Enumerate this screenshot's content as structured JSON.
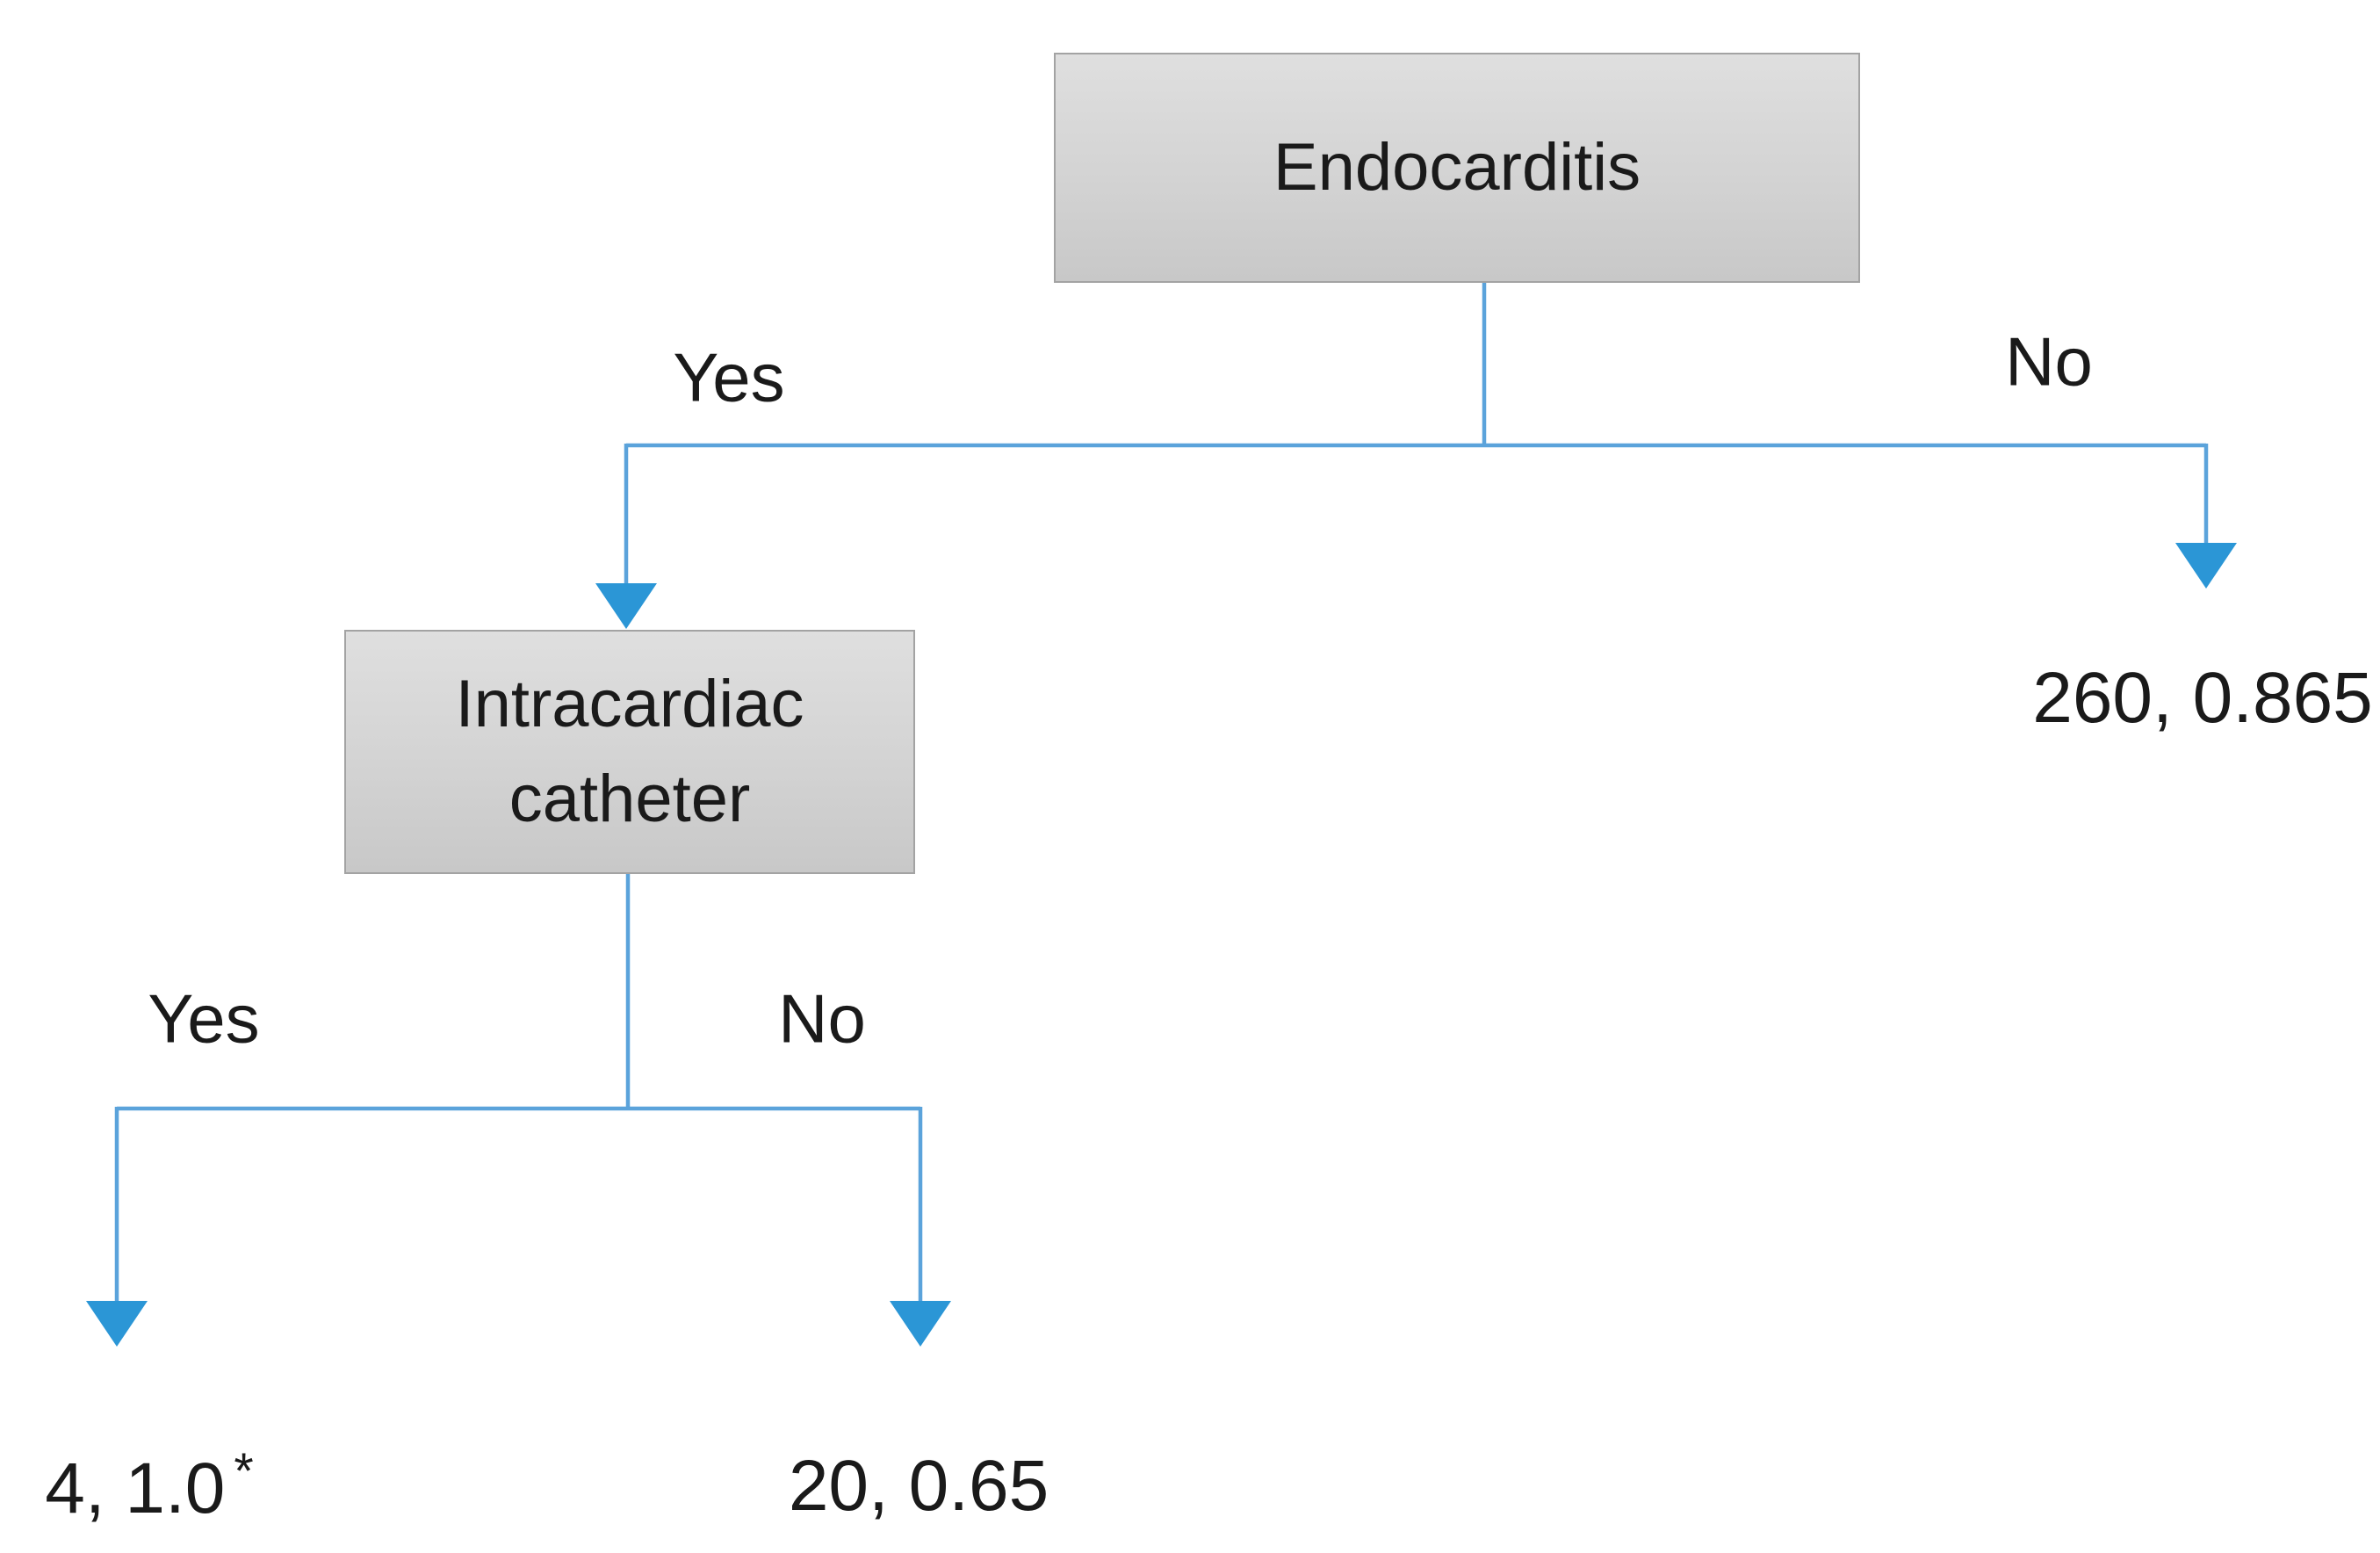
{
  "figure": {
    "type": "decision-tree",
    "colors": {
      "line": "#5BA3DB",
      "arrow": "#2B96D6",
      "node_fill_top": "#DFDFDF",
      "node_fill_mid": "#D3D3D3",
      "node_fill_bottom": "#C8C8C8",
      "node_border": "#A3A3A3",
      "text": "#1A1A1A",
      "background": "#FFFFFF"
    },
    "icons": {
      "arrowhead_down": "triangle-down"
    },
    "nodes": {
      "root": {
        "label": "Endocarditis"
      },
      "child": {
        "label": "Intracardiac catheter"
      }
    },
    "branches": {
      "root_yes": {
        "label": "Yes"
      },
      "root_no": {
        "label": "No"
      },
      "child_yes": {
        "label": "Yes"
      },
      "child_no": {
        "label": "No"
      }
    },
    "leaves": {
      "root_no": {
        "value": "260, 0.865"
      },
      "child_yes": {
        "value": "4, 1.0",
        "marker": "*"
      },
      "child_no": {
        "value": "20, 0.65"
      }
    }
  }
}
